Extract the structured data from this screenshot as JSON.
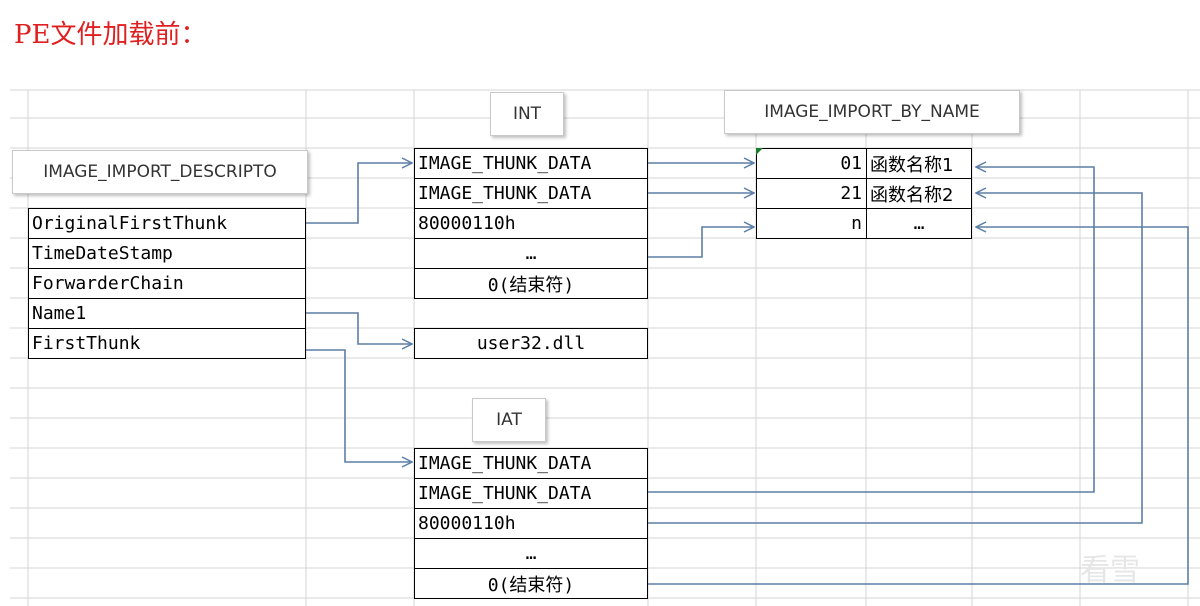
{
  "title": "PE文件加载前：",
  "labels": {
    "descriptor": "IMAGE_IMPORT_DESCRIPTO",
    "int": "INT",
    "by_name": "IMAGE_IMPORT_BY_NAME",
    "iat": "IAT"
  },
  "descriptor_rows": [
    "OriginalFirstThunk",
    "TimeDateStamp",
    "ForwarderChain",
    "Name1",
    "FirstThunk"
  ],
  "int_rows": [
    "IMAGE_THUNK_DATA",
    "IMAGE_THUNK_DATA",
    "80000110h",
    "…",
    "0(结束符)"
  ],
  "dll_name": "user32.dll",
  "iat_rows": [
    "IMAGE_THUNK_DATA",
    "IMAGE_THUNK_DATA",
    "80000110h",
    "…",
    "0(结束符)"
  ],
  "by_name_rows": [
    {
      "hint": "01",
      "name": "函数名称1"
    },
    {
      "hint": "21",
      "name": "函数名称2"
    },
    {
      "hint": "n",
      "name": "…"
    }
  ],
  "watermark": "看雪",
  "colors": {
    "arrow": "#5b7fa6",
    "grid": "#d4d4d4",
    "title": "#e02020"
  }
}
